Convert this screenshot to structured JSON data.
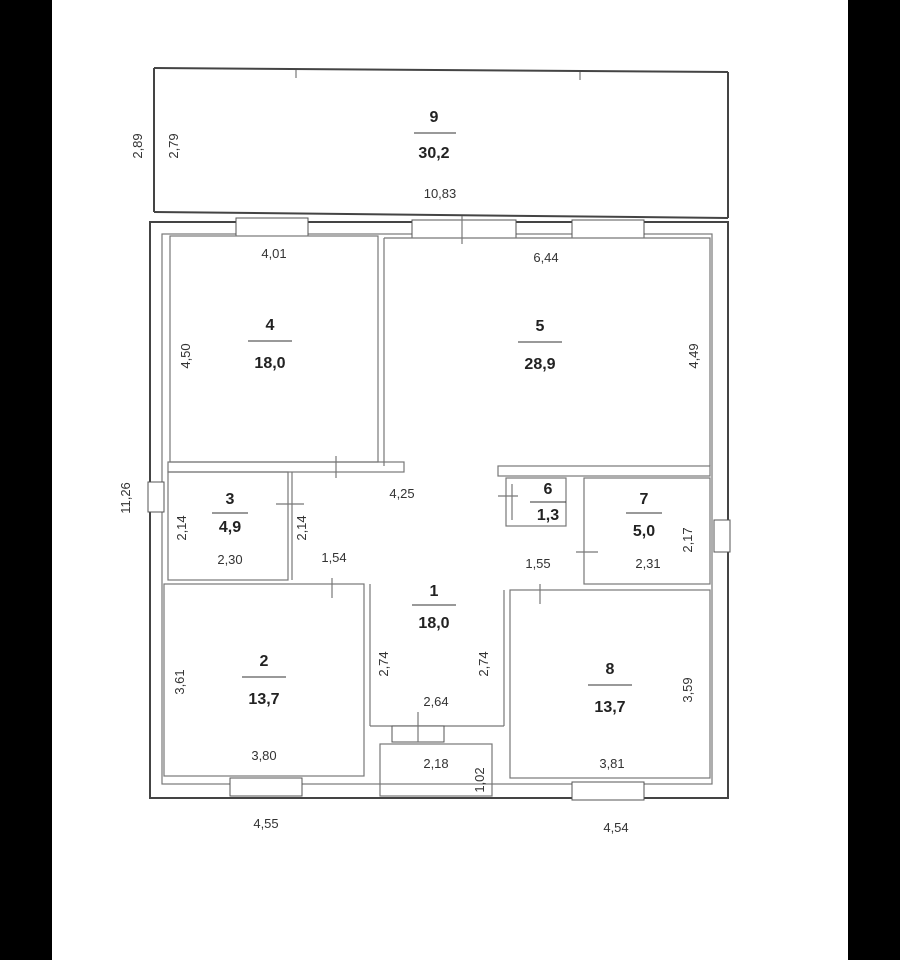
{
  "rooms": [
    {
      "id": "room-1",
      "number": "1",
      "area": "18,0"
    },
    {
      "id": "room-2",
      "number": "2",
      "area": "13,7"
    },
    {
      "id": "room-3",
      "number": "3",
      "area": "4,9"
    },
    {
      "id": "room-4",
      "number": "4",
      "area": "18,0"
    },
    {
      "id": "room-5",
      "number": "5",
      "area": "28,9"
    },
    {
      "id": "room-6",
      "number": "6",
      "area": "1,3"
    },
    {
      "id": "room-7",
      "number": "7",
      "area": "5,0"
    },
    {
      "id": "room-8",
      "number": "8",
      "area": "13,7"
    },
    {
      "id": "room-9",
      "number": "9",
      "area": "30,2"
    }
  ],
  "dimensions": {
    "terrace_height_outer": "2,89",
    "terrace_height_inner": "2,79",
    "terrace_width": "10,83",
    "room4_width": "4,01",
    "room4_height": "4,50",
    "room5_width": "6,44",
    "room5_height": "4,49",
    "overall_height": "11,26",
    "corridor_width": "4,25",
    "room3_height": "2,14",
    "room3_height_right": "2,14",
    "room3_width": "2,30",
    "corridor_left": "1,54",
    "corridor_right": "1,55",
    "room7_height": "2,17",
    "room7_width": "2,31",
    "room2_height": "3,61",
    "room2_width": "3,80",
    "hall_left": "2,74",
    "hall_right": "2,74",
    "hall_bottom": "2,64",
    "porch_width": "2,18",
    "porch_height": "1,02",
    "room8_height": "3,59",
    "room8_width": "3,81",
    "bottom_left": "4,55",
    "bottom_right": "4,54"
  }
}
